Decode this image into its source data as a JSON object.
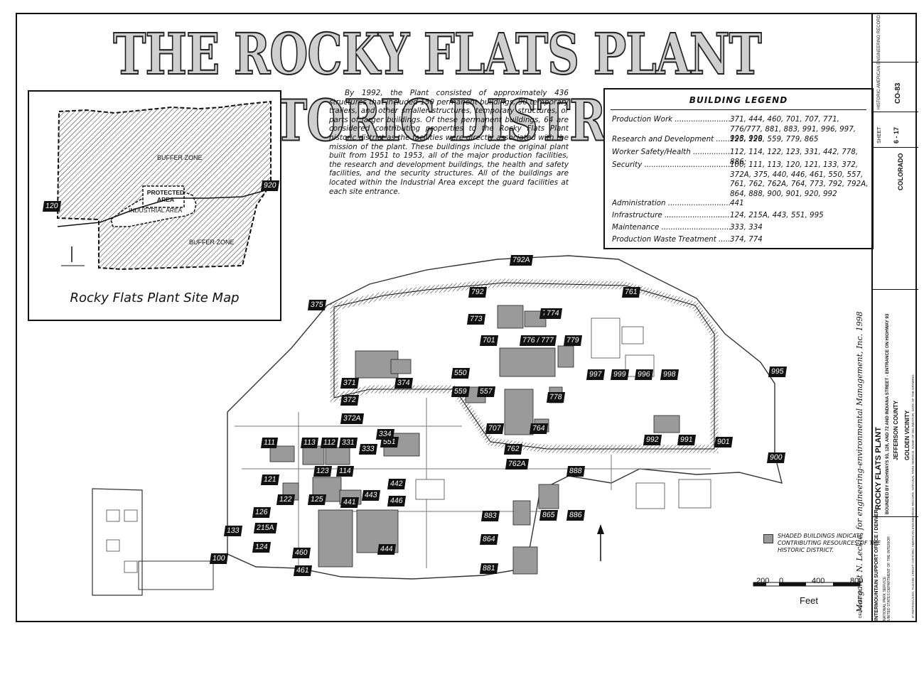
{
  "title": "THE ROCKY FLATS PLANT HISTORIC DISTRICT",
  "site_map": {
    "caption": "Rocky Flats Plant Site Map",
    "labels": {
      "buffer_zone_top": "BUFFER ZONE",
      "protected_area": "PROTECTED AREA",
      "industrial_area": "INDUSTRIAL AREA",
      "buffer_zone_bottom": "BUFFER ZONE"
    },
    "buildings": {
      "left": "120",
      "right": "920"
    }
  },
  "description": "By 1992, the Plant consisted of approximately 436 structures that included 150 permanent buildings, 90 temporary trailers, and other smaller structures, temporary structures, or parts of larger buildings. Of these permanent buildings, 64 are considered contributing properties to the Rocky Flats Plant historic district as the facilities were directly associated with the mission of the plant. These buildings include the original plant built from 1951 to 1953, all of the major production facilities, the research and development buildings, the health and safety facilities, and the security structures. All of the buildings are located within the Industrial Area except the guard facilities at each site entrance.",
  "legend": {
    "title": "BUILDING LEGEND",
    "rows": [
      {
        "category": "Production Work",
        "buildings": "371, 444, 460, 701, 707, 771, 776/777, 881, 883, 991, 996, 997, 998, 999"
      },
      {
        "category": "Research and Development",
        "buildings": "125, 126, 559, 779, 865"
      },
      {
        "category": "Worker Safety/Health",
        "buildings": "112, 114, 122, 123, 331, 442, 778, 886;"
      },
      {
        "category": "Security",
        "buildings": "100, 111, 113, 120, 121, 133, 372, 372A, 375, 440, 446, 461, 550, 557, 761, 762, 762A, 764, 773, 792, 792A, 864, 888, 900, 901, 920, 992"
      },
      {
        "category": "Administration",
        "buildings": "441"
      },
      {
        "category": "Infrastructure",
        "buildings": "124, 215A, 443, 551, 995"
      },
      {
        "category": "Maintenance",
        "buildings": "333, 334"
      },
      {
        "category": "Production Waste Treatment",
        "buildings": "374, 774"
      }
    ]
  },
  "map_labels": [
    "792A",
    "792",
    "761",
    "375",
    "771",
    "774",
    "773",
    "701",
    "776 / 777",
    "779",
    "371",
    "374",
    "372",
    "550",
    "559",
    "557",
    "997",
    "999",
    "996",
    "998",
    "995",
    "778",
    "372A",
    "707",
    "764",
    "551",
    "334",
    "111",
    "113",
    "112",
    "331",
    "333",
    "762",
    "762A",
    "901",
    "992",
    "991",
    "900",
    "123",
    "114",
    "121",
    "443",
    "442",
    "122",
    "125",
    "441",
    "446",
    "888",
    "126",
    "883",
    "865",
    "886",
    "215A",
    "133",
    "124",
    "460",
    "444",
    "864",
    "100",
    "461",
    "881"
  ],
  "shaded_note": "SHADED BUILDINGS INDICATE CONTRIBUTING RESOURCES OF THE HISTORIC DISTRICT.",
  "scale": {
    "ticks": [
      "200",
      "0",
      "400",
      "800"
    ],
    "unit": "Feet"
  },
  "credit": "Margaret N. Leckie, for engineering-environmental Management, Inc. 1998",
  "title_block": {
    "delineated_by": "DELINEATED BY:",
    "office": "INTERMOUNTAIN SUPPORT OFFICE / DENVER",
    "agency_1": "NATIONAL PARK SERVICE",
    "agency_2": "UNITED STATES DEPARTMENT OF THE INTERIOR",
    "vicinity": "GOLDEN VICINITY",
    "plant": "ROCKY FLATS PLANT",
    "location": "BOUNDED BY HIGHWAYS 93, 128, AND 72 AND INDIANA STREET - ENTRANCE ON HIGHWAY 93",
    "county": "JEFFERSON COUNTY",
    "state": "COLORADO",
    "repro": "IF REPRODUCED, PLEASE CREDIT: HISTORIC AMERICAN ENGINEERING RECORD, NATIONAL PARK SERVICE, NAME OF DELINEATOR, DATE OF THE DRAWING",
    "sheet_label": "SHEET",
    "sheet": "6 - 17",
    "record": "HISTORIC AMERICAN ENGINEERING RECORD",
    "record_no": "CO-83"
  }
}
